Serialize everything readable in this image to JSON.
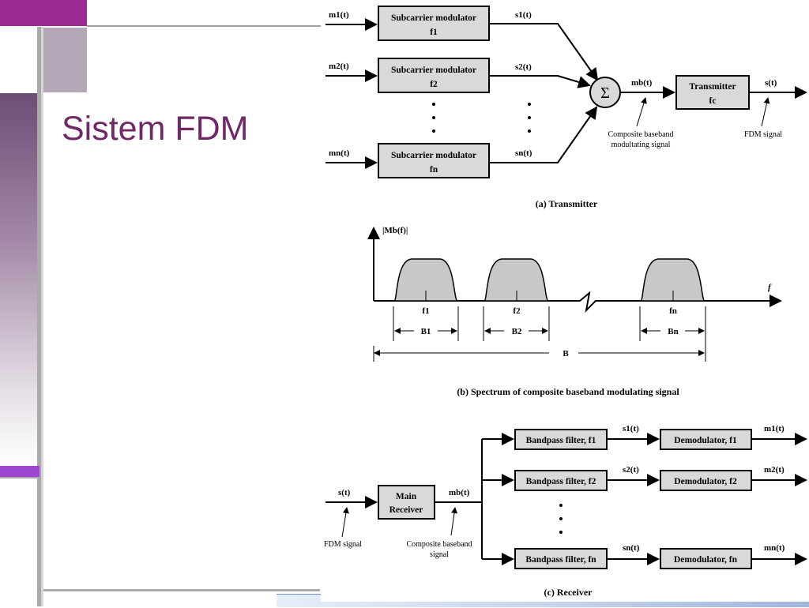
{
  "slide": {
    "title": "Sistem FDM"
  },
  "colors": {
    "accent": "#9b2a95",
    "title": "#6f2868",
    "box_fill": "#d9d9d9",
    "spectrum_fill": "#c8c8c8"
  },
  "transmitter": {
    "inputs": [
      "m1(t)",
      "m2(t)",
      "mn(t)"
    ],
    "modulators": [
      {
        "name": "Subcarrier modulator",
        "freq": "f1"
      },
      {
        "name": "Subcarrier modulator",
        "freq": "f2"
      },
      {
        "name": "Subcarrier modulator",
        "freq": "fn"
      }
    ],
    "outputs": [
      "s1(t)",
      "s2(t)",
      "sn(t)"
    ],
    "summer_symbol": "Σ",
    "sum_output": "mb(t)",
    "transmitter_box": {
      "name": "Transmitter",
      "freq": "fc"
    },
    "final_output": "s(t)",
    "note_baseband": [
      "Composite baseband",
      "modultating signal"
    ],
    "note_fdm": "FDM signal",
    "caption": "(a) Transmitter"
  },
  "spectrum": {
    "y_label": "|Mb(f)|",
    "x_label": "f",
    "center_labels": [
      "f1",
      "f2",
      "fn"
    ],
    "bandwidth_labels": [
      "B1",
      "B2",
      "Bn"
    ],
    "total_label": "B",
    "caption": "(b) Spectrum of composite baseband modulating signal"
  },
  "receiver": {
    "input": "s(t)",
    "main_box": [
      "Main",
      "Receiver"
    ],
    "main_output": "mb(t)",
    "filters": [
      "Bandpass filter, f1",
      "Bandpass filter, f2",
      "Bandpass filter, fn"
    ],
    "filter_outputs": [
      "s1(t)",
      "s2(t)",
      "sn(t)"
    ],
    "demodulators": [
      "Demodulator, f1",
      "Demodulator, f2",
      "Demodulator, fn"
    ],
    "outputs": [
      "m1(t)",
      "m2(t)",
      "mn(t)"
    ],
    "note_fdm": "FDM signal",
    "note_baseband": [
      "Composite baseband",
      "signal"
    ],
    "caption": "(c) Receiver"
  }
}
